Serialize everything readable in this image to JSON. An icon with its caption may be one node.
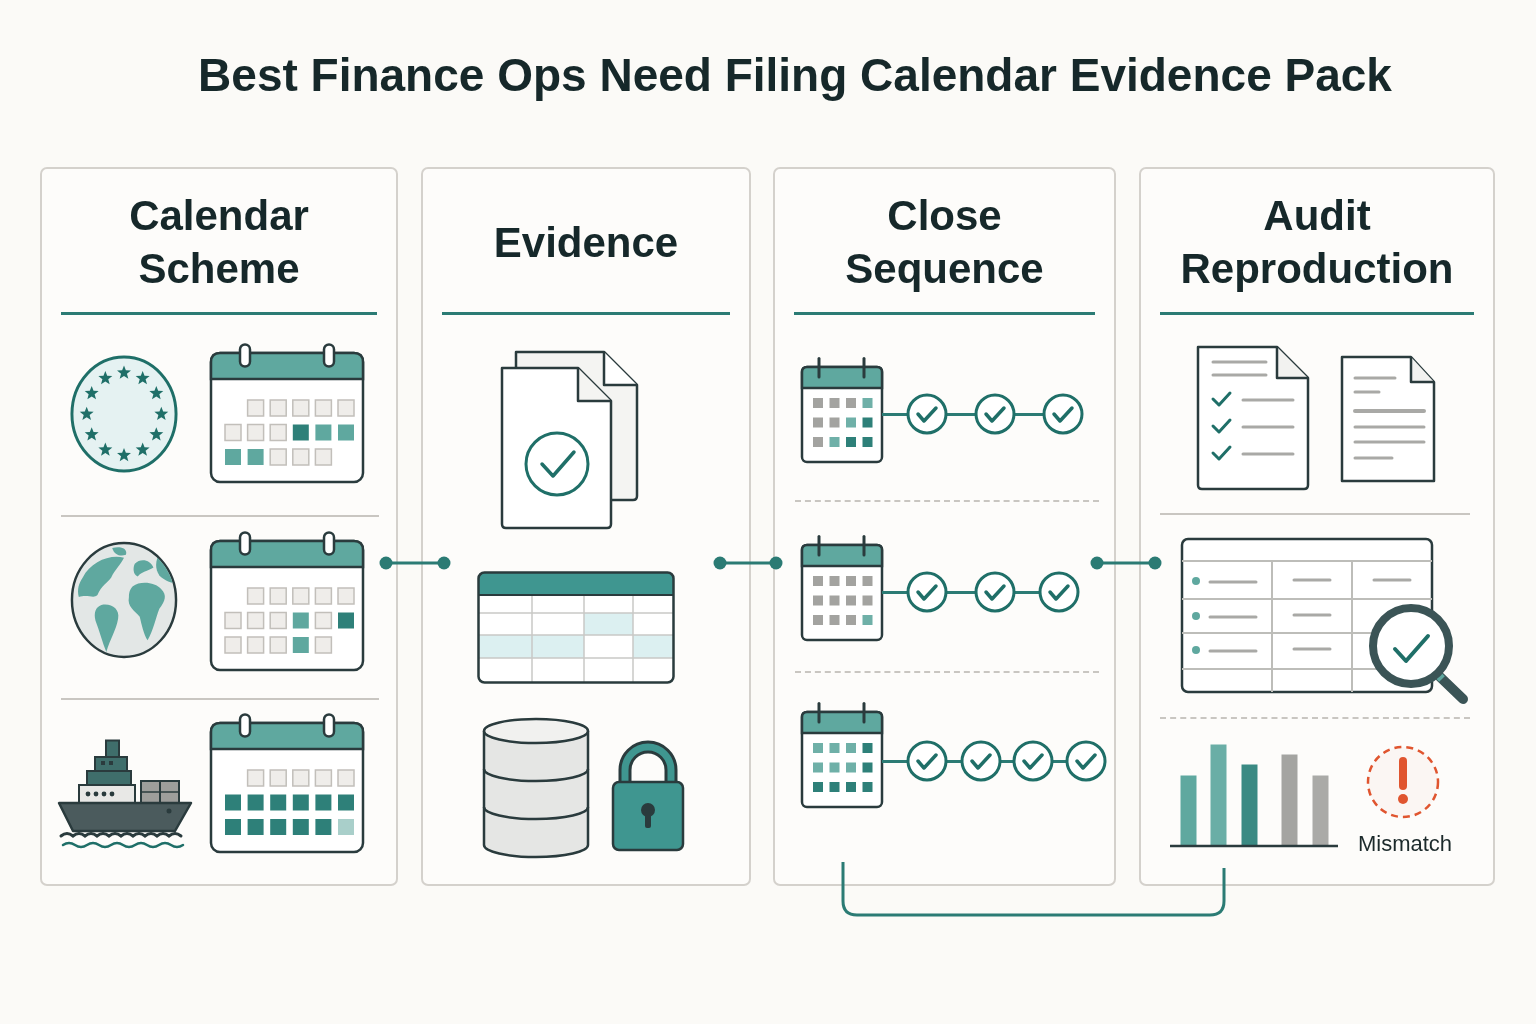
{
  "diagram": {
    "title": "Best Finance Ops Need Filing Calendar Evidence Pack",
    "nodes": [
      {
        "text": [
          "Calendar Scheme"
        ]
      },
      {
        "text": [
          "Evidence"
        ]
      },
      {
        "text": [
          "Close Sequence"
        ]
      },
      {
        "text": [
          "Audit Reproduction"
        ]
      }
    ],
    "edges": [
      {
        "from": 0,
        "to": 1,
        "arrow": "other"
      },
      {
        "from": 1,
        "to": 2,
        "arrow": "other"
      },
      {
        "from": 2,
        "to": 3,
        "arrow": "other"
      },
      {
        "from": 2,
        "to": 3,
        "arrow": "none"
      }
    ],
    "labels": [
      "Mismatch"
    ]
  }
}
